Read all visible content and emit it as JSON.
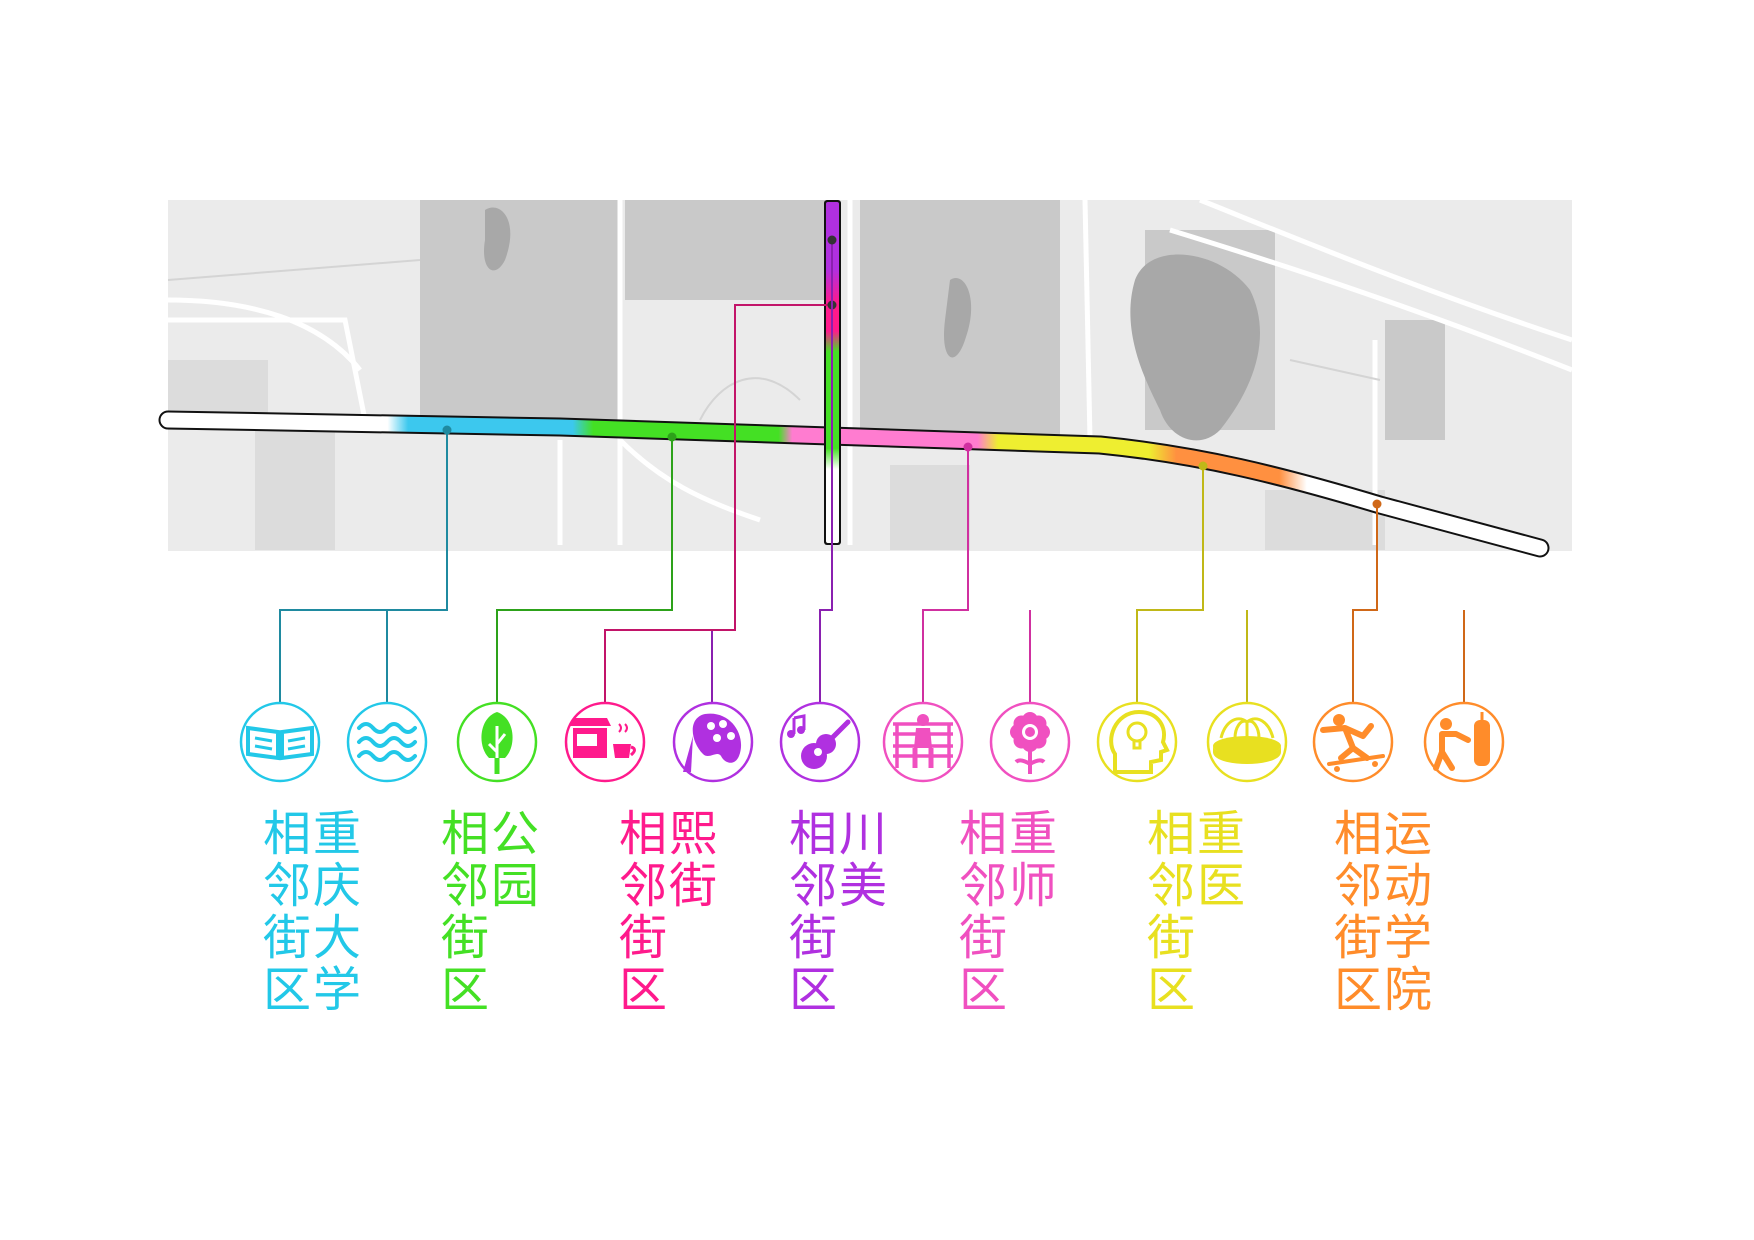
{
  "zones": [
    {
      "id": "chongqing-university",
      "color": "#22c8e8",
      "line_color": "#1f8aa0",
      "label_columns": [
        [
          "相",
          "邻",
          "街",
          "区"
        ],
        [
          "重",
          "庆",
          "大",
          "学"
        ]
      ],
      "icons": [
        "open-book-icon",
        "water-waves-icon"
      ]
    },
    {
      "id": "park",
      "color": "#44e024",
      "line_color": "#2da21a",
      "label_columns": [
        [
          "相",
          "邻",
          "街",
          "区"
        ],
        [
          "公",
          "园"
        ]
      ],
      "icons": [
        "tree-icon"
      ]
    },
    {
      "id": "xixi-street",
      "color": "#ff1a8c",
      "line_color": "#c21469",
      "label_columns": [
        [
          "相",
          "邻",
          "街",
          "区"
        ],
        [
          "熙",
          "街"
        ]
      ],
      "icons": [
        "cafe-shop-icon"
      ]
    },
    {
      "id": "sichuan-fine-arts",
      "color": "#b030e0",
      "line_color": "#8a20b0",
      "label_columns": [
        [
          "相",
          "邻",
          "街",
          "区"
        ],
        [
          "川",
          "美"
        ]
      ],
      "icons": [
        "art-palette-icon",
        "guitar-music-icon"
      ]
    },
    {
      "id": "chongqing-normal",
      "color": "#f050c0",
      "line_color": "#d030a0",
      "label_columns": [
        [
          "相",
          "邻",
          "街",
          "区"
        ],
        [
          "重",
          "师"
        ]
      ],
      "icons": [
        "person-on-bench-icon",
        "flower-icon"
      ]
    },
    {
      "id": "chongqing-medical",
      "color": "#e8e020",
      "line_color": "#c0b818",
      "label_columns": [
        [
          "相",
          "邻",
          "街",
          "区"
        ],
        [
          "重",
          "医"
        ]
      ],
      "icons": [
        "head-thinking-icon",
        "fountain-icon"
      ]
    },
    {
      "id": "sports-institute",
      "color": "#ff8c2a",
      "line_color": "#d06818",
      "label_columns": [
        [
          "相",
          "邻",
          "街",
          "区"
        ],
        [
          "运",
          "动",
          "学",
          "院"
        ]
      ],
      "icons": [
        "skateboarder-icon",
        "boxing-bag-icon"
      ]
    }
  ]
}
